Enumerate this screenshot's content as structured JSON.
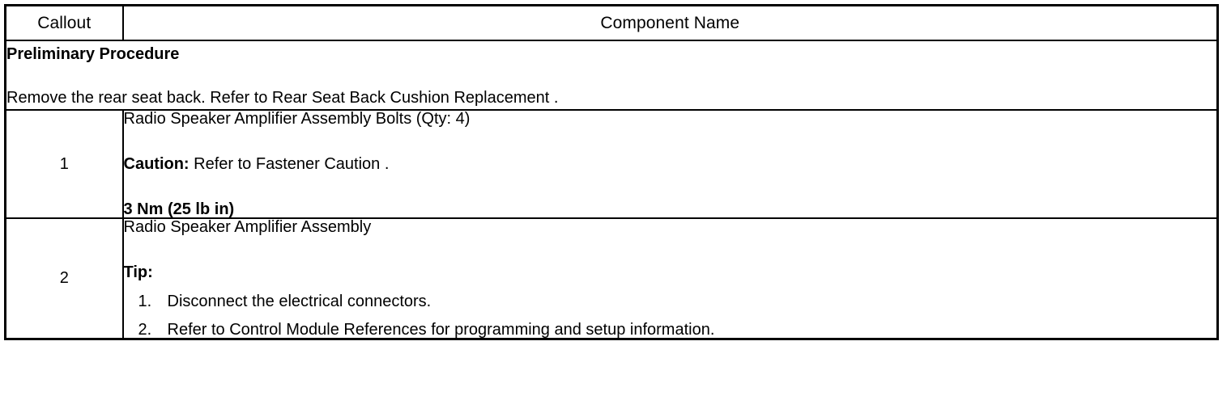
{
  "table": {
    "headers": {
      "callout": "Callout",
      "component": "Component Name"
    },
    "preliminary": {
      "title": "Preliminary Procedure",
      "text": "Remove the rear seat back. Refer to Rear Seat Back Cushion Replacement ."
    },
    "rows": [
      {
        "callout": "1",
        "lines": [
          {
            "text": "Radio Speaker Amplifier Assembly Bolts (Qty: 4)",
            "bold": false
          },
          {
            "lead": "Caution:",
            "text": " Refer to Fastener Caution .",
            "bold": false
          },
          {
            "text": "3 Nm (25 lb in)",
            "bold": true
          }
        ]
      },
      {
        "callout": "2",
        "lines": [
          {
            "text": "Radio Speaker Amplifier Assembly",
            "bold": false
          },
          {
            "text": "Tip:",
            "bold": true
          }
        ],
        "list": [
          {
            "num": "1.",
            "text": "Disconnect the electrical connectors."
          },
          {
            "num": "2.",
            "text": "Refer to Control Module References for programming and setup information."
          }
        ]
      }
    ]
  },
  "colors": {
    "border": "#000000",
    "text": "#000000",
    "background": "#ffffff"
  }
}
